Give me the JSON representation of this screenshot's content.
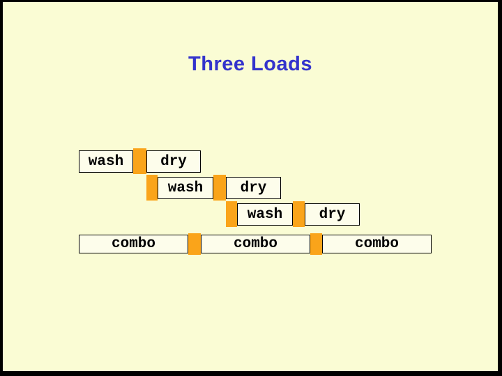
{
  "title": "Three Loads",
  "colors": {
    "background": "#fafcd4",
    "frame": "#000000",
    "box_fill": "#fdfdeb",
    "box_border": "#000000",
    "transfer_fill": "#faa41a",
    "title_text": "#3333cc",
    "label_text": "#000000"
  },
  "diagram": {
    "rows": [
      {
        "boxes": [
          "wash",
          "dry"
        ]
      },
      {
        "boxes": [
          "wash",
          "dry"
        ]
      },
      {
        "boxes": [
          "wash",
          "dry"
        ]
      },
      {
        "boxes": [
          "combo",
          "combo",
          "combo"
        ]
      }
    ]
  }
}
